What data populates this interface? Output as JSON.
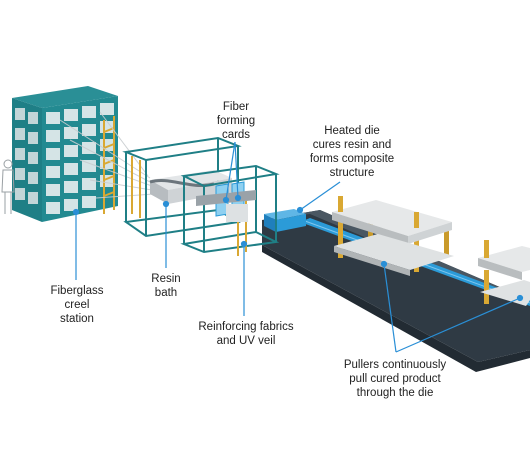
{
  "labels": {
    "fiber_forming_cards": "Fiber\nforming\ncards",
    "heated_die": "Heated die\ncures resin and\nforms composite\nstructure",
    "resin_bath": "Resin\nbath",
    "creel_station": "Fiberglass\ncreel\nstation",
    "reinforcing_fabrics": "Reinforcing fabrics\nand UV veil",
    "pullers": "Pullers continuously\npull cured product\nthrough the die"
  },
  "colors": {
    "frame_teal": "#1f7f86",
    "callout_blue": "#2a8fd6",
    "die_blue": "#2b9bd8",
    "puller_gold": "#d9a833",
    "platform_dark": "#2f3a44",
    "plate_grey": "#d8dbdc"
  }
}
